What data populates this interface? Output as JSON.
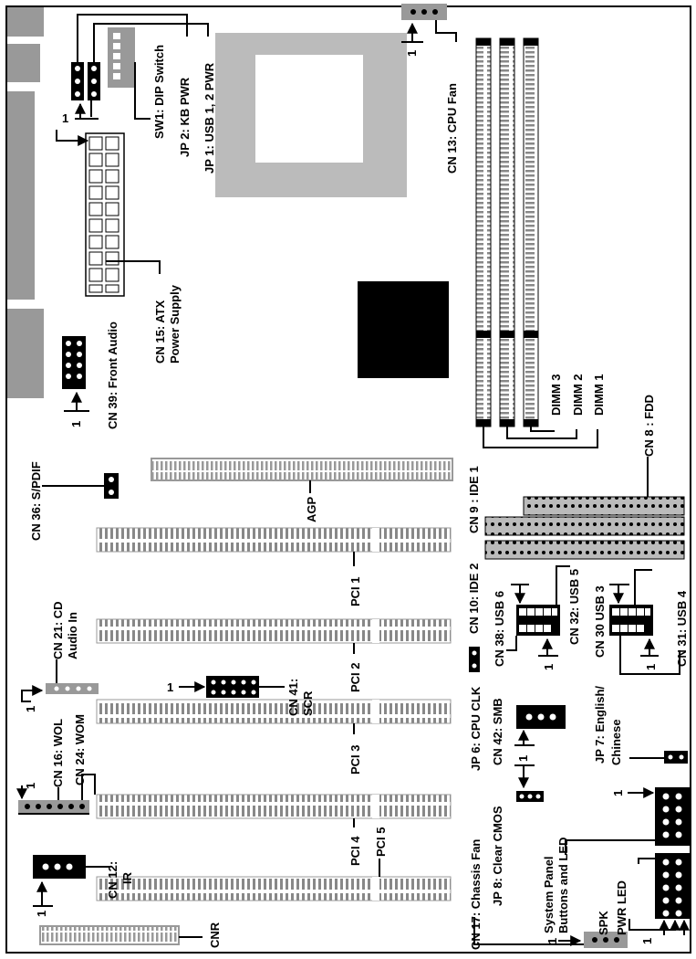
{
  "labels": {
    "sw1": "SW1: DIP Switch",
    "jp2": "JP 2: KB PWR",
    "jp1": "JP 1: USB 1, 2 PWR",
    "cn13": "CN 13: CPU Fan",
    "cn15_a": "CN 15: ATX",
    "cn15_b": "Power Supply",
    "cn39": "CN 39: Front Audio",
    "dimm3": "DIMM 3",
    "dimm2": "DIMM 2",
    "dimm1": "DIMM 1",
    "cn8": "CN 8 : FDD",
    "cn36": "CN 36: S/PDIF",
    "agp": "AGP",
    "cn9": "CN 9 : IDE 1",
    "cn10": "CN 10: IDE 2",
    "pci1": "PCI 1",
    "pci2": "PCI 2",
    "pci3": "PCI 3",
    "pci4": "PCI 4",
    "pci5": "PCI 5",
    "cn21_a": "CN 21: CD",
    "cn21_b": "Audio In",
    "cn38": "CN 38: USB 6",
    "cn32": "CN 32: USB 5",
    "cn30": "CN 30 USB 3",
    "cn31": "CN 31: USB 4",
    "cn41_a": "CN 41:",
    "cn41_b": "SCR",
    "cn16": "CN 16: WOL",
    "cn24": "CN 24: WOM",
    "jp6": "JP 6: CPU CLK",
    "cn42": "CN 42: SMB",
    "jp7_a": "JP 7: English/",
    "jp7_b": "Chinese",
    "jp8": "JP 8: Clear CMOS",
    "cn12_a": "CN 12:",
    "cn12_b": "IR",
    "cn17": "CN 17: Chassis Fan",
    "sys_a": "System Panel",
    "sys_b": "Buttons and LED",
    "spk": "SPK",
    "pwrled": "PWR LED",
    "cnr": "CNR",
    "pin1": "1"
  }
}
